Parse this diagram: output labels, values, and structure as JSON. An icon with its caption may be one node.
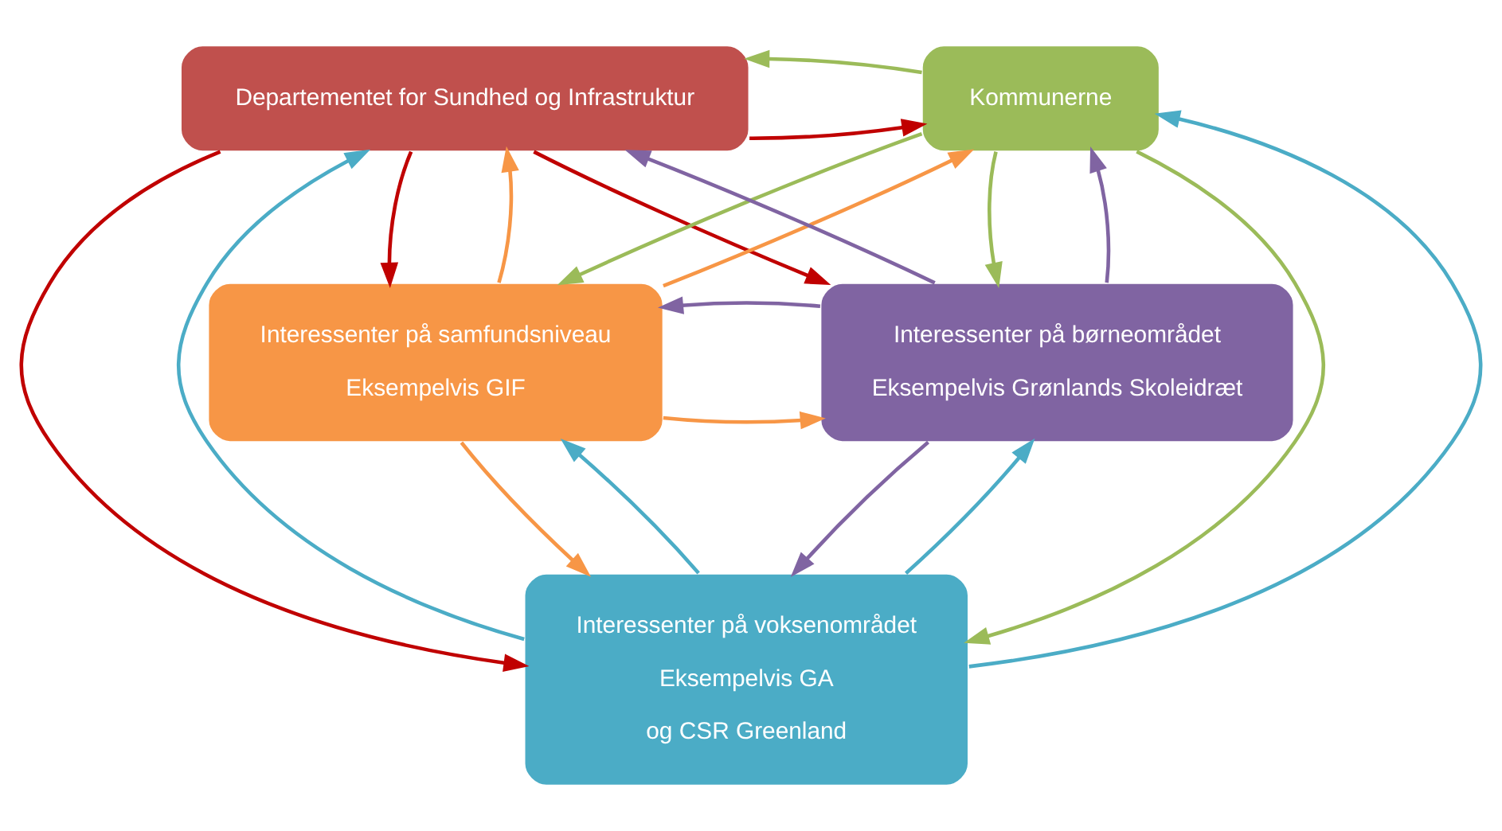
{
  "diagram": {
    "nodes": [
      {
        "text": [
          "Departementet for Sundhed og Infrastruktur"
        ]
      },
      {
        "text": [
          "Kommunerne"
        ]
      },
      {
        "text": [
          "Interessenter på samfundsniveau",
          "Eksempelvis GIF"
        ]
      },
      {
        "text": [
          "Interessenter på børneområdet",
          "Eksempelvis Grønlands Skoleidræt"
        ]
      },
      {
        "text": [
          "Interessenter på voksenområdet",
          "Eksempelvis GA",
          "og CSR Greenland"
        ]
      }
    ],
    "edges": [
      {
        "from": 0,
        "to": 1,
        "arrow": "to",
        "color": "#c00000"
      },
      {
        "from": 0,
        "to": 2,
        "arrow": "to",
        "color": "#c00000"
      },
      {
        "from": 0,
        "to": 4,
        "arrow": "to",
        "color": "#c00000"
      },
      {
        "from": 0,
        "to": 3,
        "arrow": "to",
        "color": "#c00000"
      },
      {
        "from": 1,
        "to": 0,
        "arrow": "to",
        "color": "#9bbb59"
      },
      {
        "from": 1,
        "to": 2,
        "arrow": "to",
        "color": "#9bbb59"
      },
      {
        "from": 1,
        "to": 4,
        "arrow": "to",
        "color": "#9bbb59"
      },
      {
        "from": 1,
        "to": 3,
        "arrow": "to",
        "color": "#9bbb59"
      },
      {
        "from": 2,
        "to": 0,
        "arrow": "to",
        "color": "#f79646"
      },
      {
        "from": 2,
        "to": 1,
        "arrow": "to",
        "color": "#f79646"
      },
      {
        "from": 2,
        "to": 3,
        "arrow": "to",
        "color": "#f79646"
      },
      {
        "from": 2,
        "to": 4,
        "arrow": "to",
        "color": "#f79646"
      },
      {
        "from": 4,
        "to": 0,
        "arrow": "to",
        "color": "#4bacc6"
      },
      {
        "from": 4,
        "to": 1,
        "arrow": "to",
        "color": "#4bacc6"
      },
      {
        "from": 4,
        "to": 2,
        "arrow": "to",
        "color": "#4bacc6"
      },
      {
        "from": 4,
        "to": 3,
        "arrow": "to",
        "color": "#4bacc6"
      },
      {
        "from": 3,
        "to": 0,
        "arrow": "to",
        "color": "#8064a2"
      },
      {
        "from": 3,
        "to": 1,
        "arrow": "to",
        "color": "#8064a2"
      },
      {
        "from": 3,
        "to": 2,
        "arrow": "to",
        "color": "#8064a2"
      },
      {
        "from": 3,
        "to": 4,
        "arrow": "to",
        "color": "#8064a2"
      }
    ]
  }
}
